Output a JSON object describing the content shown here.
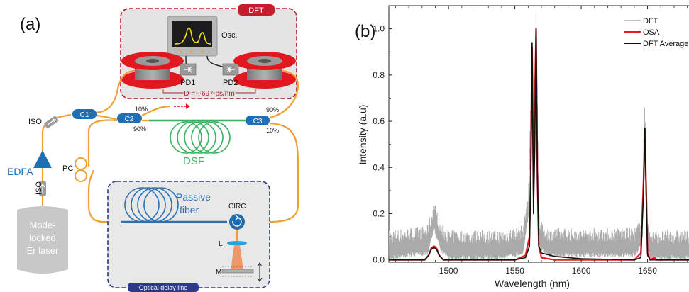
{
  "panel_a": {
    "label": "(a)",
    "dft_box": {
      "title": "DFT",
      "osc_label": "Osc.",
      "pd1": "PD1",
      "pd2": "PD2",
      "dispersion": "D = - 697 ps/nm"
    },
    "components": {
      "iso_top": "ISO",
      "iso_bottom": "ISO",
      "edfa": "EDFA",
      "pc": "PC",
      "c1": "C1",
      "c2": "C2",
      "c3": "C3",
      "c2_split_top": "10%",
      "c2_split_bottom": "90%",
      "c3_split_top": "90%",
      "c3_split_bottom": "10%",
      "dsf": "DSF",
      "laser_line1": "Mode-",
      "laser_line2": "locked",
      "laser_line3": "Er laser"
    },
    "delay_box": {
      "title": "Optical delay line",
      "passive_line1": "Passive",
      "passive_line2": "fiber",
      "circ": "CIRC",
      "lens": "L",
      "mirror": "M"
    },
    "colors": {
      "fiber": "#f0a030",
      "coupler": "#1f6fb5",
      "dsf": "#3cb063",
      "passive_fiber": "#2a72b8",
      "dft_border": "#b01e2e",
      "delay_border": "#2d3a8c",
      "laser_box": "#c8c8c8",
      "spool_red": "#e2171f"
    }
  },
  "panel_b": {
    "label": "(b)"
  },
  "chart_data": {
    "type": "line",
    "xlabel": "Wavelength (nm)",
    "ylabel": "Intensity (a.u)",
    "xlim": [
      1455,
      1685
    ],
    "ylim": [
      -0.01,
      1.1
    ],
    "x_ticks": [
      1500,
      1550,
      1600,
      1650
    ],
    "y_ticks": [
      0.0,
      0.2,
      0.4,
      0.6,
      0.8,
      1.0
    ],
    "x_tick_labels": [
      "1500",
      "1550",
      "1600",
      "1650"
    ],
    "y_tick_labels": [
      "0.0",
      "0.2",
      "0.4",
      "0.6",
      "0.8",
      "1.0"
    ],
    "legend_position": "top-right",
    "grid": false,
    "series": [
      {
        "name": "DFT",
        "color": "#aaaaaa",
        "noise_band": [
          0.01,
          0.1
        ],
        "x": [
          1455,
          1484,
          1487,
          1489,
          1491,
          1494,
          1500,
          1540,
          1556,
          1560,
          1562,
          1563,
          1564,
          1565,
          1566,
          1567,
          1568,
          1569,
          1575,
          1600,
          1640,
          1646,
          1647,
          1648,
          1649,
          1650,
          1652,
          1655,
          1660,
          1685
        ],
        "y": [
          0.03,
          0.05,
          0.11,
          0.16,
          0.12,
          0.06,
          0.03,
          0.03,
          0.05,
          0.2,
          0.6,
          0.91,
          0.5,
          0.72,
          0.99,
          0.6,
          0.15,
          0.07,
          0.04,
          0.04,
          0.04,
          0.09,
          0.4,
          0.59,
          0.36,
          0.08,
          0.03,
          0.03,
          0.03,
          0.03
        ]
      },
      {
        "name": "OSA",
        "color": "#e02020",
        "x": [
          1455,
          1482,
          1485,
          1487,
          1489,
          1491,
          1493,
          1496,
          1500,
          1550,
          1558,
          1561,
          1562,
          1563,
          1564,
          1565,
          1566,
          1567,
          1568,
          1570,
          1580,
          1640,
          1645,
          1647,
          1648,
          1649,
          1650,
          1652,
          1655,
          1657,
          1685
        ],
        "y": [
          0.0,
          0.0,
          0.02,
          0.05,
          0.06,
          0.05,
          0.02,
          0.0,
          0.0,
          0.0,
          0.02,
          0.1,
          0.4,
          0.92,
          0.3,
          0.7,
          1.0,
          0.35,
          0.06,
          0.01,
          0.0,
          0.0,
          0.03,
          0.35,
          0.57,
          0.3,
          0.03,
          0.0,
          0.01,
          0.0,
          0.0
        ]
      },
      {
        "name": "DFT Average",
        "color": "#111111",
        "x": [
          1455,
          1482,
          1485,
          1487,
          1489,
          1491,
          1493,
          1496,
          1500,
          1550,
          1558,
          1561,
          1562,
          1563,
          1564,
          1565,
          1566,
          1567,
          1568,
          1570,
          1580,
          1600,
          1640,
          1645,
          1647,
          1648,
          1649,
          1650,
          1652,
          1660,
          1685
        ],
        "y": [
          0.0,
          0.0,
          0.02,
          0.045,
          0.055,
          0.045,
          0.02,
          0.0,
          0.0,
          0.0,
          0.01,
          0.06,
          0.35,
          0.94,
          0.2,
          0.5,
          1.0,
          0.35,
          0.06,
          0.03,
          0.015,
          0.005,
          0.0,
          0.01,
          0.3,
          0.57,
          0.28,
          0.02,
          0.0,
          0.0,
          0.0
        ]
      }
    ]
  }
}
